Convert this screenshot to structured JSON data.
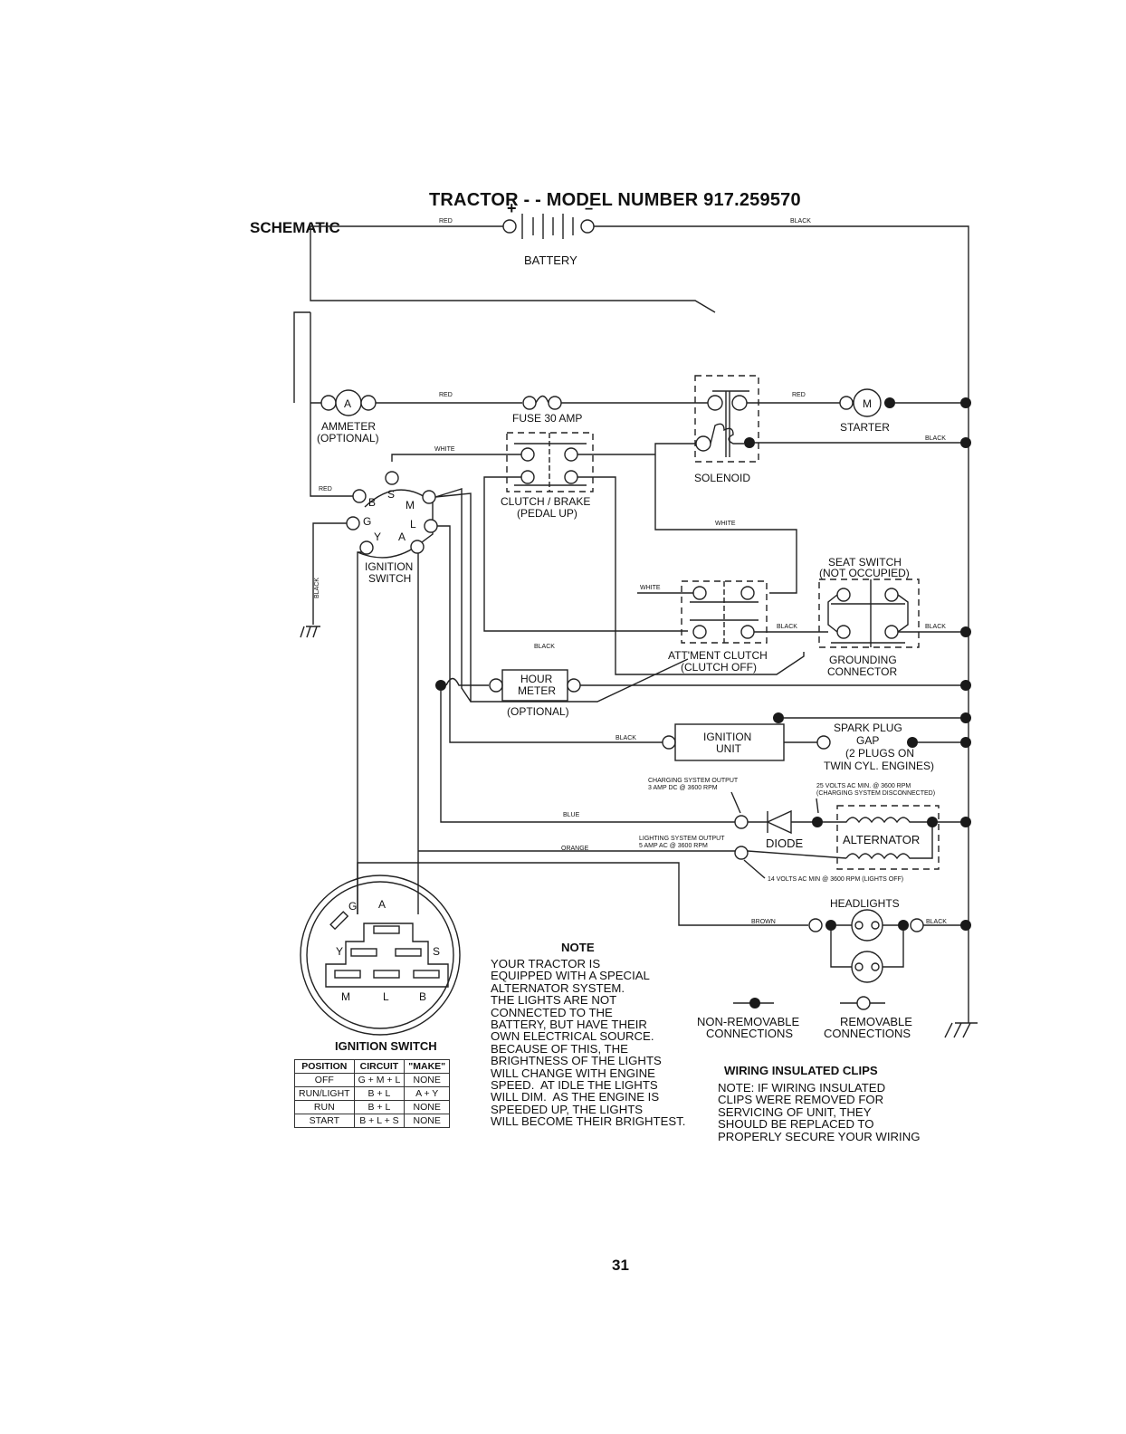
{
  "page": {
    "title": "TRACTOR - - MODEL NUMBER 917.259570",
    "subtitle": "SCHEMATIC",
    "page_number": "31"
  },
  "components": {
    "battery": "BATTERY",
    "battery_plus": "+",
    "battery_minus": "−",
    "ammeter_symbol": "A",
    "ammeter": "AMMETER",
    "ammeter_optional": "(OPTIONAL)",
    "fuse": "FUSE 30 AMP",
    "clutch_brake": "CLUTCH / BRAKE",
    "clutch_brake_state": "(PEDAL UP)",
    "solenoid": "SOLENOID",
    "starter_symbol": "M",
    "starter": "STARTER",
    "ignition_switch_1": "IGNITION",
    "ignition_switch_2": "SWITCH",
    "ign_terminals": {
      "S": "S",
      "B": "B",
      "M": "M",
      "G": "G",
      "L": "L",
      "Y": "Y",
      "A": "A"
    },
    "seat_switch": "SEAT SWITCH",
    "seat_switch_state": "(NOT OCCUPIED)",
    "attment_clutch": "ATT'MENT CLUTCH",
    "attment_clutch_state": "(CLUTCH OFF)",
    "grounding_1": "GROUNDING",
    "grounding_2": "CONNECTOR",
    "hour_meter_1": "HOUR",
    "hour_meter_2": "METER",
    "hour_meter_optional": "(OPTIONAL)",
    "ignition_unit_1": "IGNITION",
    "ignition_unit_2": "UNIT",
    "spark_1": "SPARK PLUG",
    "spark_2": "GAP",
    "spark_3": "(2 PLUGS ON",
    "spark_4": "TWIN CYL. ENGINES)",
    "charging_output_1": "CHARGING SYSTEM OUTPUT",
    "charging_output_2": "3 AMP DC @ 3600 RPM",
    "volts25_1": "25 VOLTS AC MIN. @ 3600 RPM",
    "volts25_2": "(CHARGING SYSTEM DISCONNECTED)",
    "lighting_output_1": "LIGHTING SYSTEM OUTPUT",
    "lighting_output_2": "5 AMP AC @ 3600 RPM",
    "diode": "DIODE",
    "alternator": "ALTERNATOR",
    "volts14": "14 VOLTS AC MIN  @ 3600 RPM (LIGHTS OFF)",
    "headlights": "HEADLIGHTS"
  },
  "wire_colors": {
    "red": "RED",
    "black": "BLACK",
    "white": "WHITE",
    "blue": "BLUE",
    "orange": "ORANGE",
    "brown": "BROWN"
  },
  "switch_face": {
    "labels": [
      "G",
      "A",
      "Y",
      "S",
      "M",
      "L",
      "B"
    ]
  },
  "legend": {
    "non_removable_1": "NON-REMOVABLE",
    "non_removable_2": "CONNECTIONS",
    "removable_1": "REMOVABLE",
    "removable_2": "CONNECTIONS"
  },
  "ignition_table": {
    "title": "IGNITION SWITCH",
    "headers": [
      "POSITION",
      "CIRCUIT",
      "\"MAKE\""
    ],
    "rows": [
      [
        "OFF",
        "G + M + L",
        "NONE"
      ],
      [
        "RUN/LIGHT",
        "B + L",
        "A + Y"
      ],
      [
        "RUN",
        "B + L",
        "NONE"
      ],
      [
        "START",
        "B + L + S",
        "NONE"
      ]
    ]
  },
  "note": {
    "title": "NOTE",
    "text": "YOUR TRACTOR IS\nEQUIPPED WITH A SPECIAL\nALTERNATOR SYSTEM.\nTHE LIGHTS ARE NOT\nCONNECTED TO THE\nBATTERY, BUT HAVE THEIR\nOWN ELECTRICAL SOURCE.\nBECAUSE OF THIS, THE\nBRIGHTNESS OF THE LIGHTS\nWILL CHANGE WITH ENGINE\nSPEED.  AT IDLE THE LIGHTS\nWILL DIM.  AS THE ENGINE IS\nSPEEDED UP, THE LIGHTS\nWILL BECOME THEIR BRIGHTEST."
  },
  "clips_note": {
    "title": "WIRING INSULATED CLIPS",
    "text": "NOTE: IF WIRING INSULATED\nCLIPS WERE REMOVED FOR\nSERVICING OF UNIT, THEY\nSHOULD BE REPLACED TO\nPROPERLY SECURE YOUR WIRING"
  }
}
